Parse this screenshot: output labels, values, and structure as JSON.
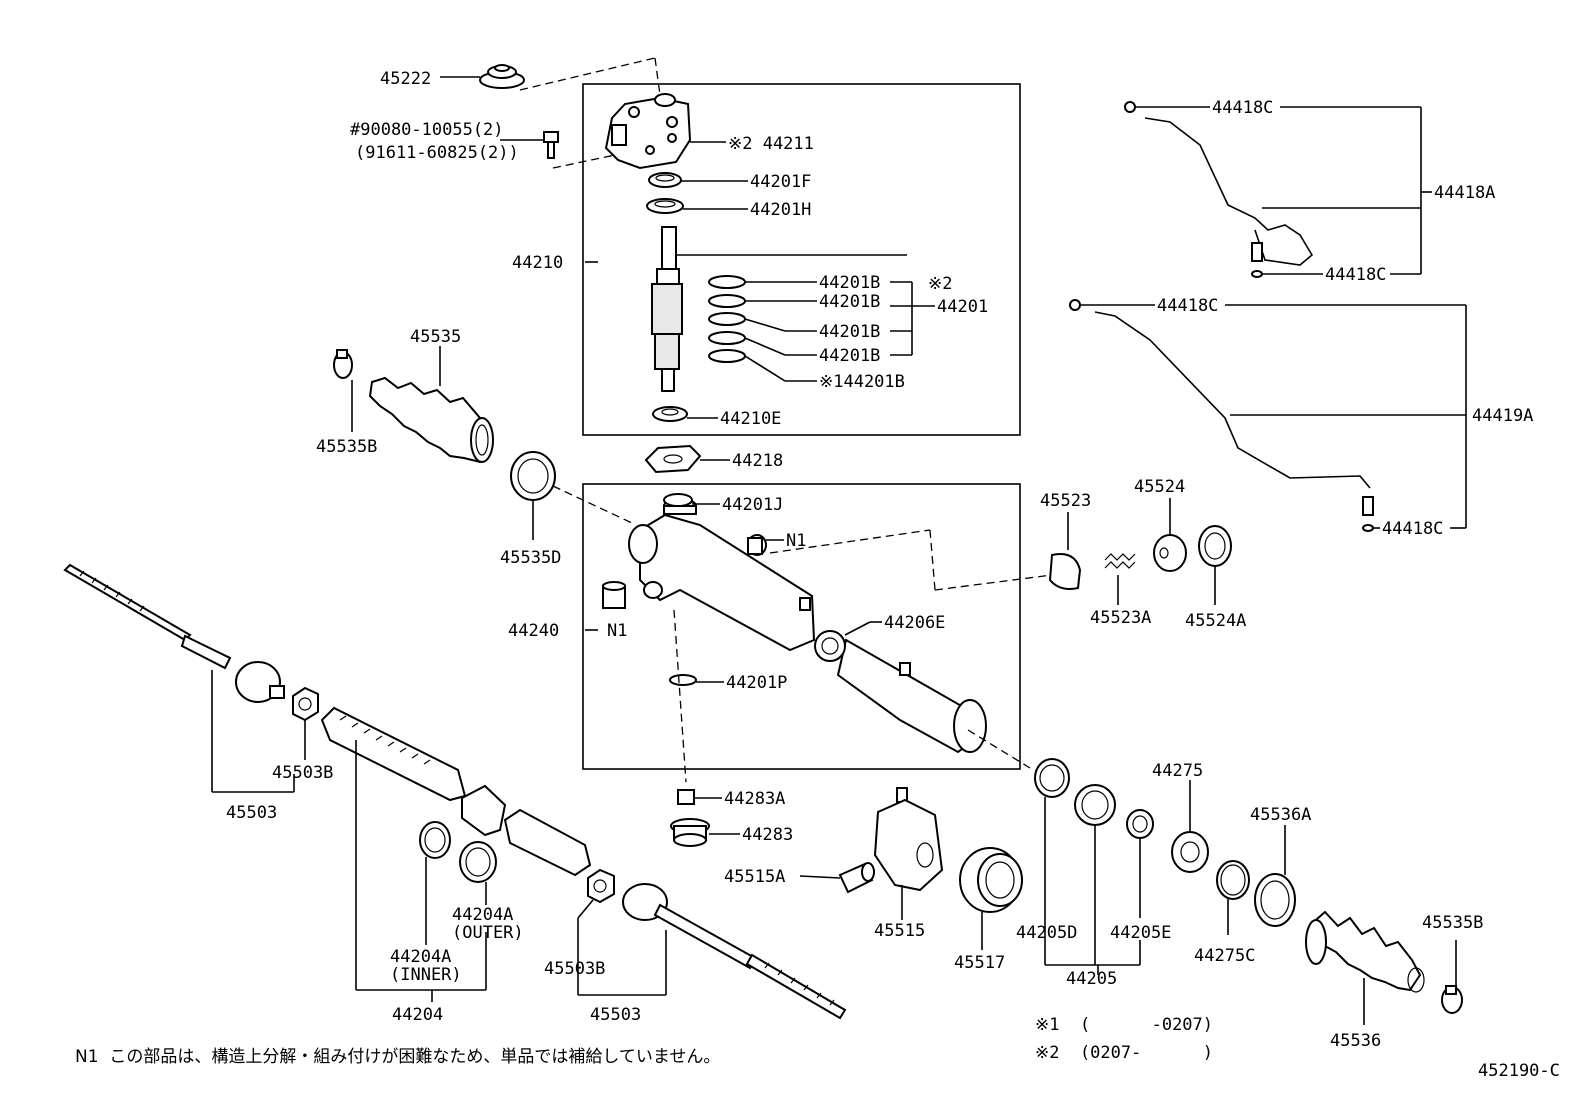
{
  "labels": {
    "p45222": "45222",
    "bolt_line1": "#90080-10055(2)",
    "bolt_line2": "(91611-60825(2))",
    "p44211": "※2 44211",
    "p44201F": "44201F",
    "p44201H": "44201H",
    "p44210": "44210",
    "p44201B_1": "44201B",
    "p44201B_2": "44201B",
    "p44201B_3": "44201B",
    "p44201B_4": "44201B",
    "p44201B_5": "※144201B",
    "note2_mark": "※2",
    "p44201": "44201",
    "p44210E": "44210E",
    "p44218": "44218",
    "p44201J": "44201J",
    "n1_a": "N1",
    "n1_b": "N1",
    "p44240": "44240",
    "p44206E": "44206E",
    "p44201P": "44201P",
    "p44283A": "44283A",
    "p44283": "44283",
    "p45535": "45535",
    "p45535B_l": "45535B",
    "p45535D": "45535D",
    "p45523": "45523",
    "p45524": "45524",
    "p45523A": "45523A",
    "p45524A": "45524A",
    "p44418C_1": "44418C",
    "p44418A": "44418A",
    "p44418C_2": "44418C",
    "p44418C_3": "44418C",
    "p44419A": "44419A",
    "p44418C_4": "44418C",
    "p45503B_1": "45503B",
    "p45503_1": "45503",
    "p44204A_o": "44204A",
    "outer": "(OUTER)",
    "p44204A_i": "44204A",
    "inner": "(INNER)",
    "p44204": "44204",
    "p45503B_2": "45503B",
    "p45503_2": "45503",
    "p45515A": "45515A",
    "p45515": "45515",
    "p45517": "45517",
    "p44205D": "44205D",
    "p44205E": "44205E",
    "p44205": "44205",
    "p44275": "44275",
    "p44275C": "44275C",
    "p45536A": "45536A",
    "p45535B_r": "45535B",
    "p45536": "45536"
  },
  "legend": {
    "note1": "※1  (      -0207)",
    "note2": "※2  (0207-      )"
  },
  "footnote": "N1  この部品は、構造上分解・組み付けが困難なため、単品では補給していません。",
  "figure_code": "452190-C"
}
